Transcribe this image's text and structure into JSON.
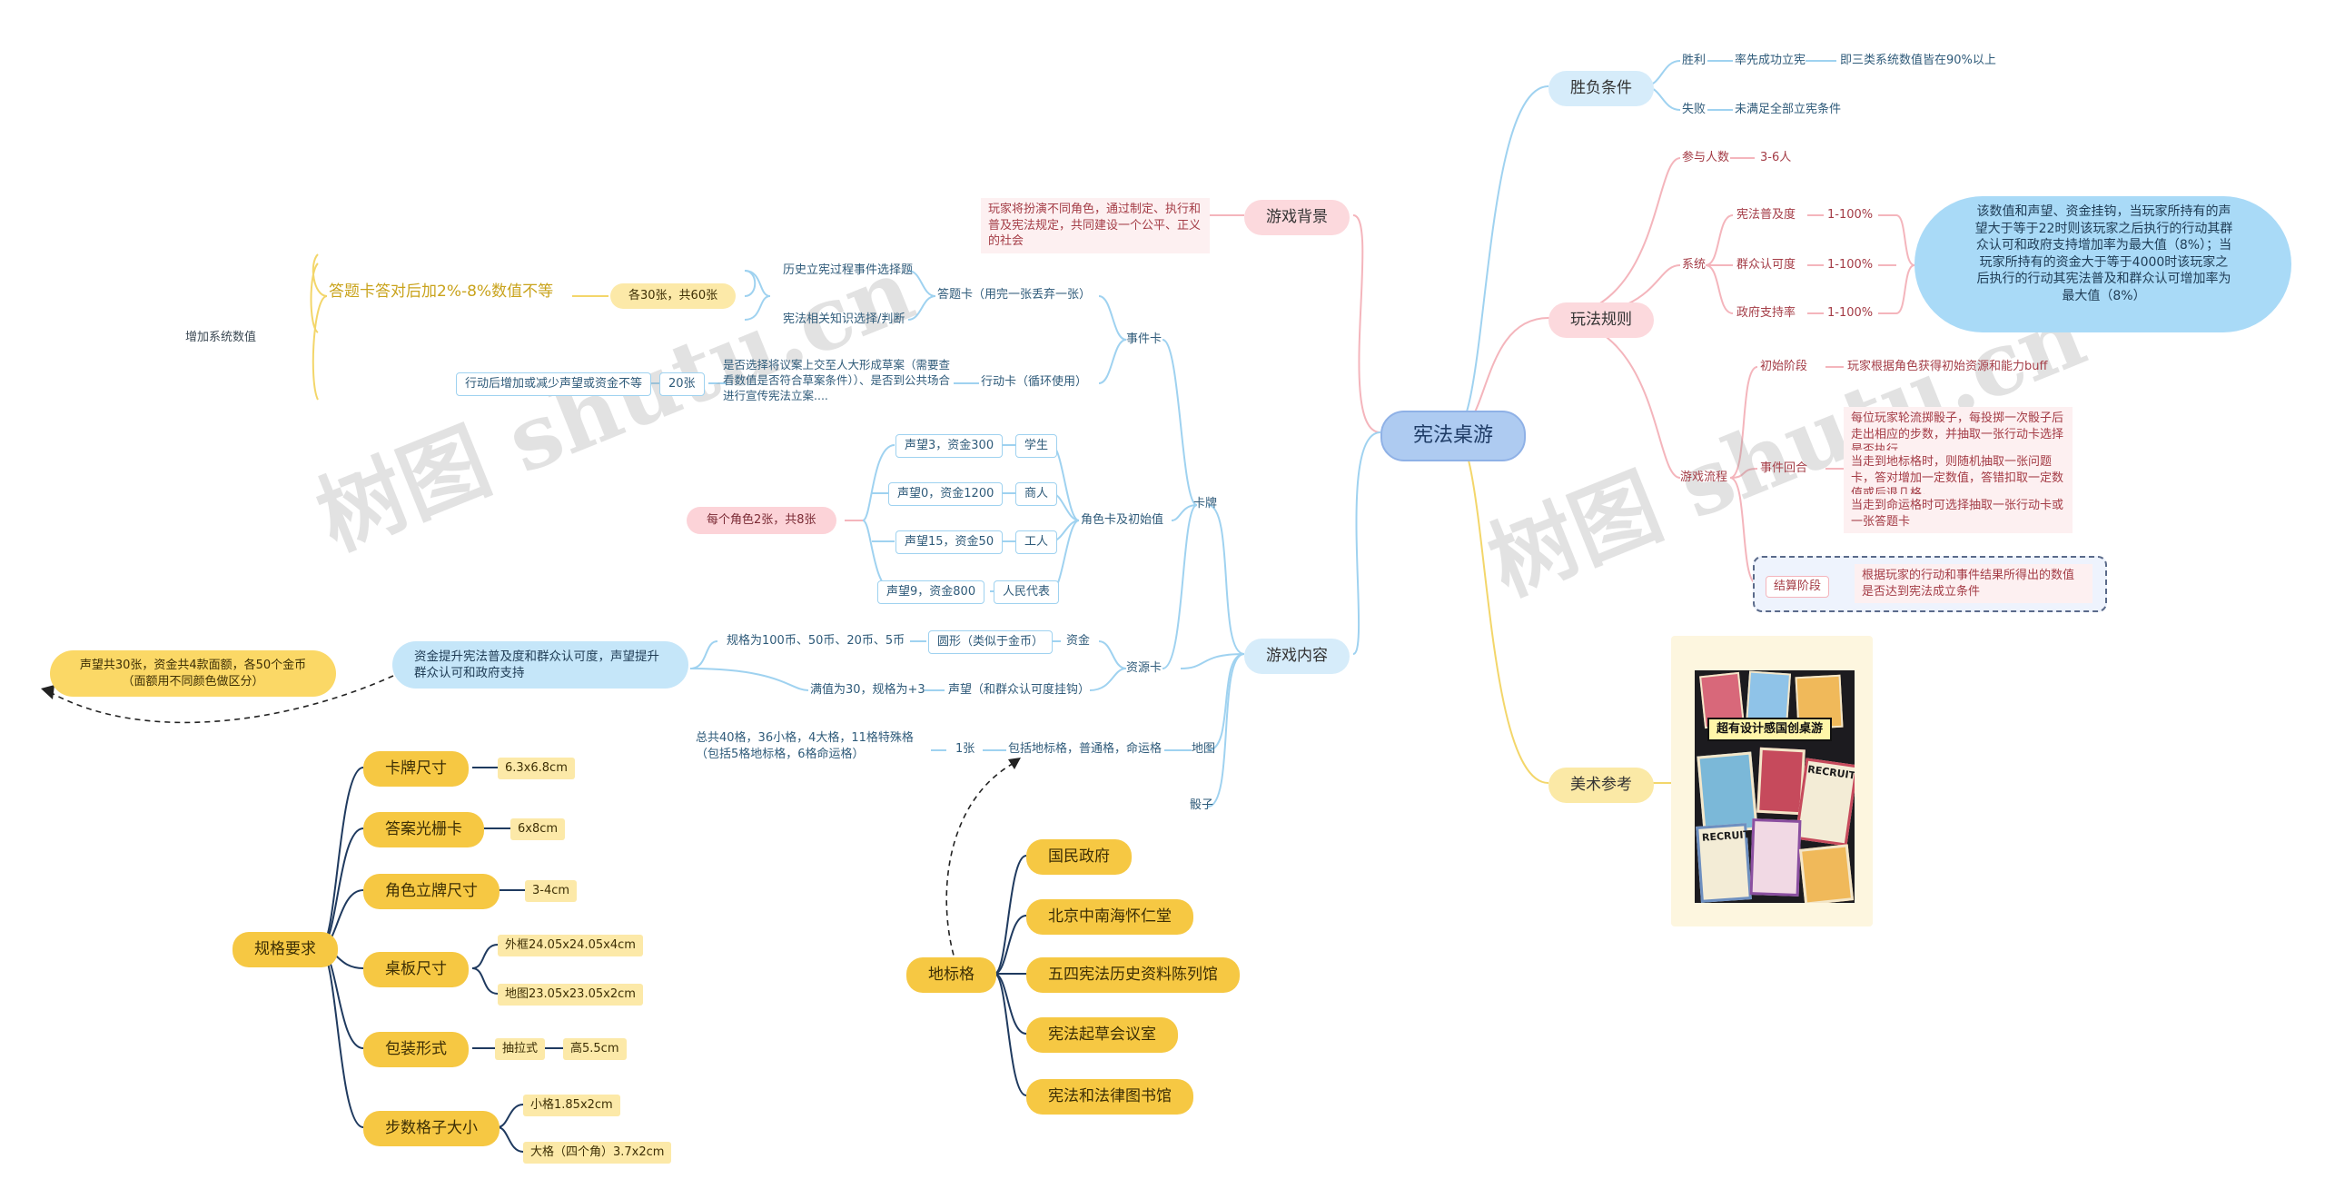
{
  "root": "宪法桌游",
  "shengfu": {
    "title": "胜负条件",
    "win_label": "胜利",
    "win_cond": "率先成功立宪",
    "win_detail": "即三类系统数值皆在90%以上",
    "lose_label": "失败",
    "lose_cond": "未满足全部立宪条件"
  },
  "rules": {
    "title": "玩法规则",
    "players_label": "参与人数",
    "players_value": "3-6人",
    "system_label": "系统",
    "stats": [
      {
        "name": "宪法普及度",
        "range": "1-100%"
      },
      {
        "name": "群众认可度",
        "range": "1-100%"
      },
      {
        "name": "政府支持率",
        "range": "1-100%"
      }
    ],
    "note": "该数值和声望、资金挂钩，当玩家所持有的声望大于等于22时则该玩家之后执行的行动其群众认可和政府支持增加率为最大值（8%）；当玩家所持有的资金大于等于4000时该玩家之后执行的行动其宪法普及和群众认可增加率为最大值（8%）",
    "flow_label": "游戏流程",
    "init_label": "初始阶段",
    "init_text": "玩家根据角色获得初始资源和能力buff",
    "event_label": "事件回合",
    "event_text_1": "每位玩家轮流掷骰子，每投掷一次骰子后走出相应的步数，并抽取一张行动卡选择是否执行",
    "event_text_2": "当走到地标格时，则随机抽取一张问题卡，答对增加一定数值，答错扣取一定数值或后退几格。",
    "event_text_3": "当走到命运格时可选择抽取一张行动卡或一张答题卡",
    "settle_label": "结算阶段",
    "settle_text": "根据玩家的行动和事件结果所得出的数值是否达到宪法成立条件"
  },
  "art": {
    "title": "美术参考",
    "poster_caption": "超有设计感国创桌游",
    "card_word": "RECRUIT"
  },
  "background": {
    "title": "游戏背景",
    "text": "玩家将扮演不同角色，通过制定、执行和普及宪法规定，共同建设一个公平、正义的社会"
  },
  "content": {
    "title": "游戏内容",
    "cards_label": "卡牌",
    "event_card_label": "事件卡",
    "quiz_card": "答题卡（用完一张丢弃一张）",
    "quiz_src_1": "历史立宪过程事件选择题",
    "quiz_src_2": "宪法相关知识选择/判断",
    "quiz_count": "各30张，共60张",
    "quiz_bonus": "答题卡答对后加2%-8%数值不等",
    "add_value": "增加系统数值",
    "action_card": "行动卡（循环使用）",
    "action_desc": "是否选择将议案上交至人大形成草案（需要查看数值是否符合草案条件））、是否到公共场合进行宣传宪法立案....",
    "action_count": "20张",
    "action_effect": "行动后增加或减少声望或资金不等",
    "role_card_label": "角色卡及初始值",
    "roles": [
      {
        "name": "学生",
        "init": "声望3，资金300"
      },
      {
        "name": "商人",
        "init": "声望0，资金1200"
      },
      {
        "name": "工人",
        "init": "声望15，资金50"
      },
      {
        "name": "人民代表",
        "init": "声望9，资金800"
      }
    ],
    "role_count": "每个角色2张，共8张",
    "resource_label": "资源卡",
    "fund_label": "资金",
    "coin_label": "圆形（类似于金币）",
    "coin_values": "规格为100币、50币、20币、5币",
    "rep_label": "声望（和群众认可度挂钩）",
    "rep_values": "满值为30，规格为+3",
    "resource_desc": "资金提升宪法普及度和群众认可度，声望提升群众认可和政府支持",
    "resource_total": "声望共30张，资金共4款面额，各50个金币（面额用不同颜色做区分）",
    "map_label": "地图",
    "map_types": "包括地标格，普通格，命运格",
    "map_count": "1张",
    "map_desc": "总共40格，36小格，4大格，11格特殊格（包括5格地标格，6格命运格）",
    "dice_label": "骰子"
  },
  "landmarks": {
    "title": "地标格",
    "items": [
      "国民政府",
      "北京中南海怀仁堂",
      "五四宪法历史资料陈列馆",
      "宪法起草会议室",
      "宪法和法律图书馆"
    ]
  },
  "specs": {
    "title": "规格要求",
    "card_size_label": "卡牌尺寸",
    "card_size": "6.3x6.8cm",
    "answer_label": "答案光栅卡",
    "answer_size": "6x8cm",
    "stand_label": "角色立牌尺寸",
    "stand_size": "3-4cm",
    "board_label": "桌板尺寸",
    "board_outer": "外框24.05x24.05x4cm",
    "board_map": "地图23.05x23.05x2cm",
    "pack_label": "包装形式",
    "pack_type": "抽拉式",
    "pack_height": "高5.5cm",
    "step_label": "步数格子大小",
    "step_small": "小格1.85x2cm",
    "step_big": "大格（四个角）3.7x2cm"
  },
  "watermark": "树图 shutu.cn",
  "colors": {
    "blue_branch": "#9fd2f0",
    "pink_branch": "#f4b5bc",
    "yellow_branch": "#f3d66a",
    "navy_branch": "#1f3a5f"
  }
}
